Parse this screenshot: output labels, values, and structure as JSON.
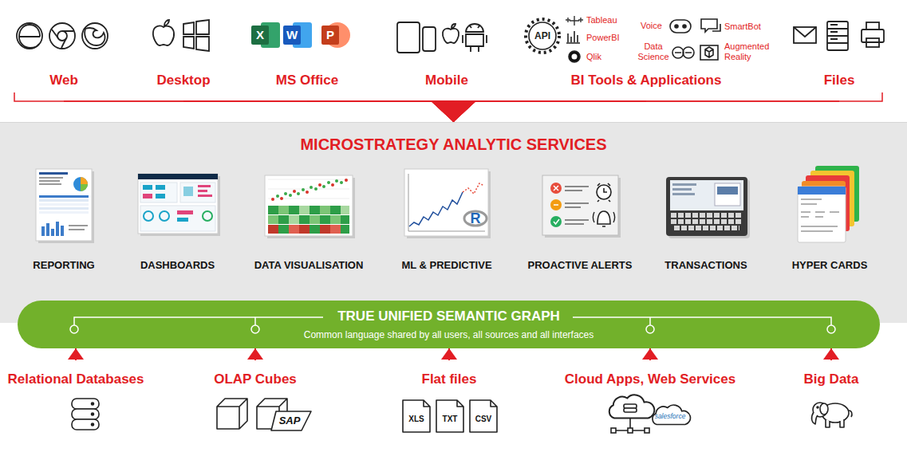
{
  "diagram": {
    "nodes": [
      {
        "text": [
          "Web"
        ]
      },
      {
        "text": [
          "Desktop"
        ]
      },
      {
        "text": [
          "MS Office"
        ]
      },
      {
        "text": [
          "Mobile"
        ]
      },
      {
        "text": [
          "BI Tools & Applications"
        ]
      },
      {
        "text": [
          "Files"
        ]
      },
      {
        "text": [
          "MICROSTRATEGY ANALYTIC SERVICES"
        ]
      },
      {
        "text": [
          "REPORTING"
        ],
        "in": 6
      },
      {
        "text": [
          "DASHBOARDS"
        ],
        "in": 6
      },
      {
        "text": [
          "DATA VISUALISATION"
        ],
        "in": 6
      },
      {
        "text": [
          "ML & PREDICTIVE"
        ],
        "in": 6
      },
      {
        "text": [
          "PROACTIVE ALERTS"
        ],
        "in": 6
      },
      {
        "text": [
          "TRANSACTIONS"
        ],
        "in": 6
      },
      {
        "text": [
          "HYPER CARDS"
        ],
        "in": 6
      },
      {
        "text": [
          "TRUE UNIFIED SEMANTIC GRAPH",
          "Common language shared by all users, all sources and all interfaces"
        ]
      },
      {
        "text": [
          "Relational Databases"
        ]
      },
      {
        "text": [
          "OLAP Cubes"
        ]
      },
      {
        "text": [
          "Flat files"
        ]
      },
      {
        "text": [
          "Cloud Apps, Web Services"
        ]
      },
      {
        "text": [
          "Big Data"
        ]
      }
    ],
    "edges": [
      {
        "from": 0,
        "to": 6,
        "arrow": "to"
      },
      {
        "from": 1,
        "to": 6,
        "arrow": "to"
      },
      {
        "from": 2,
        "to": 6,
        "arrow": "to"
      },
      {
        "from": 3,
        "to": 6,
        "arrow": "to"
      },
      {
        "from": 4,
        "to": 6,
        "arrow": "to"
      },
      {
        "from": 5,
        "to": 6,
        "arrow": "to"
      },
      {
        "from": 15,
        "to": 14,
        "arrow": "to"
      },
      {
        "from": 16,
        "to": 14,
        "arrow": "to"
      },
      {
        "from": 17,
        "to": 14,
        "arrow": "to"
      },
      {
        "from": 18,
        "to": 14,
        "arrow": "to"
      },
      {
        "from": 19,
        "to": 14,
        "arrow": "to"
      }
    ],
    "labels": [
      "X",
      "W",
      "P",
      "API",
      "Tableau",
      "Voice",
      "SmartBot",
      "PowerBI",
      "Data Science",
      "Augmented Reality",
      "Qlik",
      "R",
      "SAP",
      "XLS",
      "TXT",
      "CSV",
      "salesforce"
    ]
  }
}
